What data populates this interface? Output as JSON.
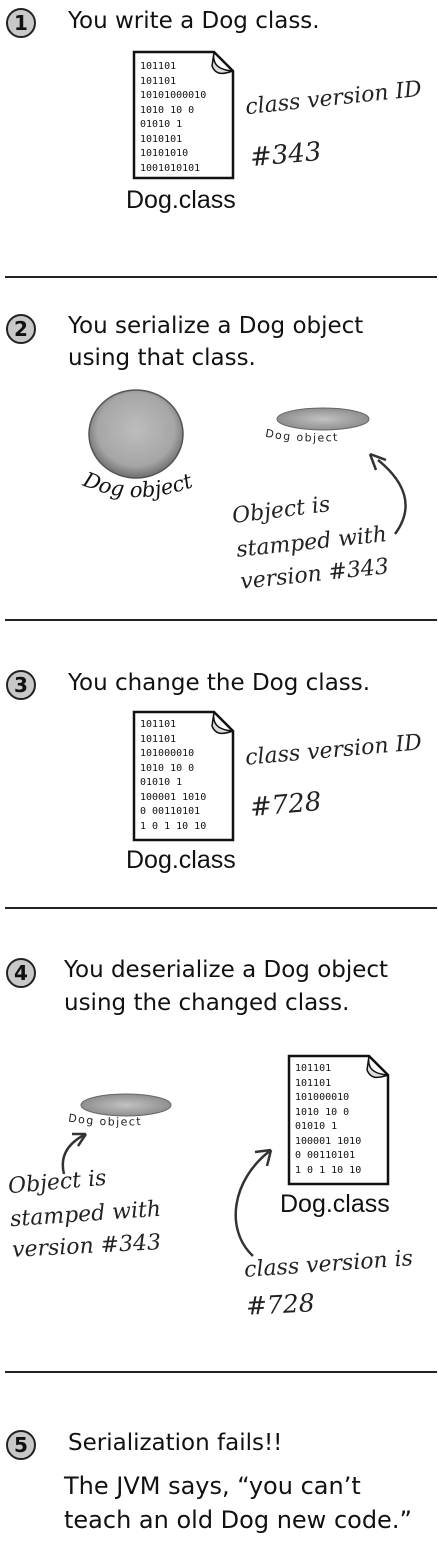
{
  "steps": [
    {
      "number": "1",
      "text": [
        "You write a Dog class."
      ],
      "file_lines": [
        "101101",
        "101101",
        "10101000010",
        "1010 10 0",
        "01010   1",
        "1010101",
        "10101010",
        "1001010101"
      ],
      "file_caption": "Dog.class",
      "note": [
        "class version ID",
        "#343"
      ]
    },
    {
      "number": "2",
      "text": [
        "You serialize a Dog object",
        "using that class."
      ],
      "ball_label": "Dog object",
      "flat_label": "Dog object",
      "note": [
        "Object is",
        "stamped with",
        "version #343"
      ]
    },
    {
      "number": "3",
      "text": [
        "You change the Dog class."
      ],
      "file_lines": [
        "101101",
        "101101",
        "101000010",
        "1010 10 0",
        "01010   1",
        "100001 1010",
        "0 00110101",
        "1 0 1 10 10"
      ],
      "file_caption": "Dog.class",
      "note": [
        "class version ID",
        "#728"
      ]
    },
    {
      "number": "4",
      "text": [
        "You deserialize a Dog object",
        "using the changed class."
      ],
      "flat_label": "Dog object",
      "object_note": [
        "Object is",
        "stamped with",
        "version #343"
      ],
      "file_lines": [
        "101101",
        "101101",
        "101000010",
        "1010 10 0",
        "01010   1",
        "100001 1010",
        "0 00110101",
        "1 0 1 10 10"
      ],
      "file_caption": "Dog.class",
      "class_note": [
        "class version is",
        "#728"
      ]
    },
    {
      "number": "5",
      "text": [
        "Serialization fails!!"
      ],
      "body": [
        "The JVM says, “you can’t",
        "teach an old Dog new code.”"
      ]
    }
  ]
}
